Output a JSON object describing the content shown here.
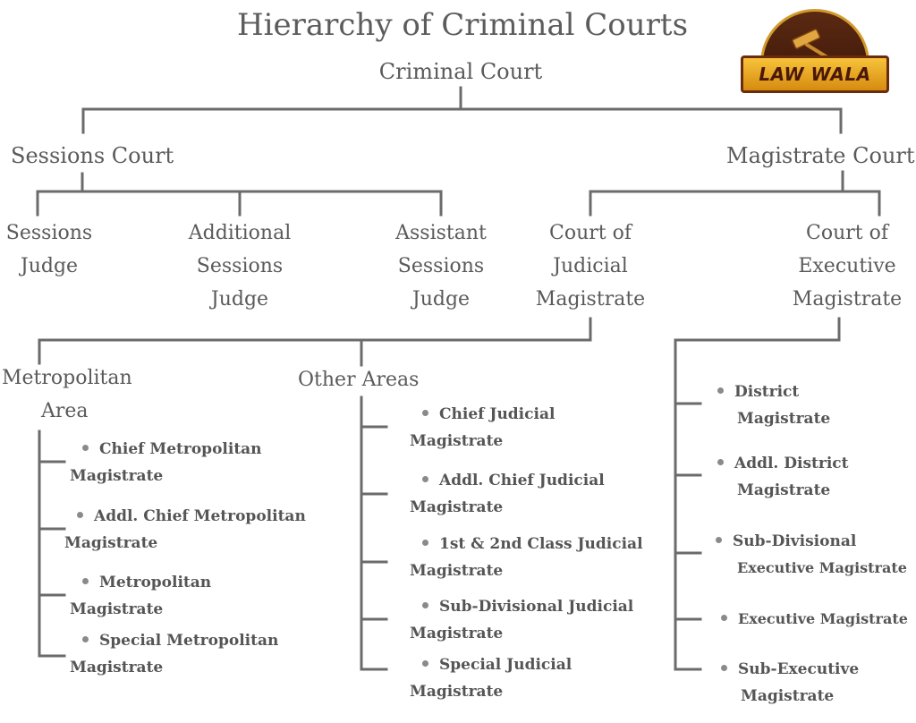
{
  "title": "Hierarchy of Criminal Courts",
  "logo": {
    "text": "LAW WALA"
  },
  "root": "Criminal Court",
  "sessions": {
    "label": "Sessions Court",
    "children": [
      {
        "line1": "Sessions",
        "line2": "Judge"
      },
      {
        "line1": "Additional",
        "line2": "Sessions",
        "line3": "Judge"
      },
      {
        "line1": "Assistant",
        "line2": "Sessions",
        "line3": "Judge"
      }
    ]
  },
  "magistrate": {
    "label": "Magistrate Court",
    "judicial": {
      "line1": "Court of",
      "line2": "Judicial",
      "line3": "Magistrate"
    },
    "executive": {
      "line1": "Court of",
      "line2": "Executive",
      "line3": "Magistrate"
    }
  },
  "metro": {
    "line1": "Metropolitan",
    "line2": "Area",
    "items": [
      {
        "a": "Chief Metropolitan",
        "b": "Magistrate"
      },
      {
        "a": "Addl. Chief Metropolitan",
        "b": "Magistrate"
      },
      {
        "a": "Metropolitan",
        "b": "Magistrate"
      },
      {
        "a": "Special Metropolitan",
        "b": "Magistrate"
      }
    ]
  },
  "other": {
    "label": "Other Areas",
    "items": [
      {
        "a": "Chief Judicial",
        "b": "Magistrate"
      },
      {
        "a": "Addl. Chief Judicial",
        "b": "Magistrate"
      },
      {
        "a": "1st & 2nd Class Judicial",
        "b": "Magistrate"
      },
      {
        "a": "Sub-Divisional Judicial",
        "b": "Magistrate"
      },
      {
        "a": "Special Judicial",
        "b": "Magistrate"
      }
    ]
  },
  "exec": {
    "items": [
      {
        "a": "District",
        "b": "Magistrate"
      },
      {
        "a": "Addl. District",
        "b": "Magistrate"
      },
      {
        "a": "Sub-Divisional",
        "b": "Executive Magistrate"
      },
      {
        "a": "Executive Magistrate",
        "b": ""
      },
      {
        "a": "Sub-Executive",
        "b": "Magistrate"
      }
    ]
  }
}
